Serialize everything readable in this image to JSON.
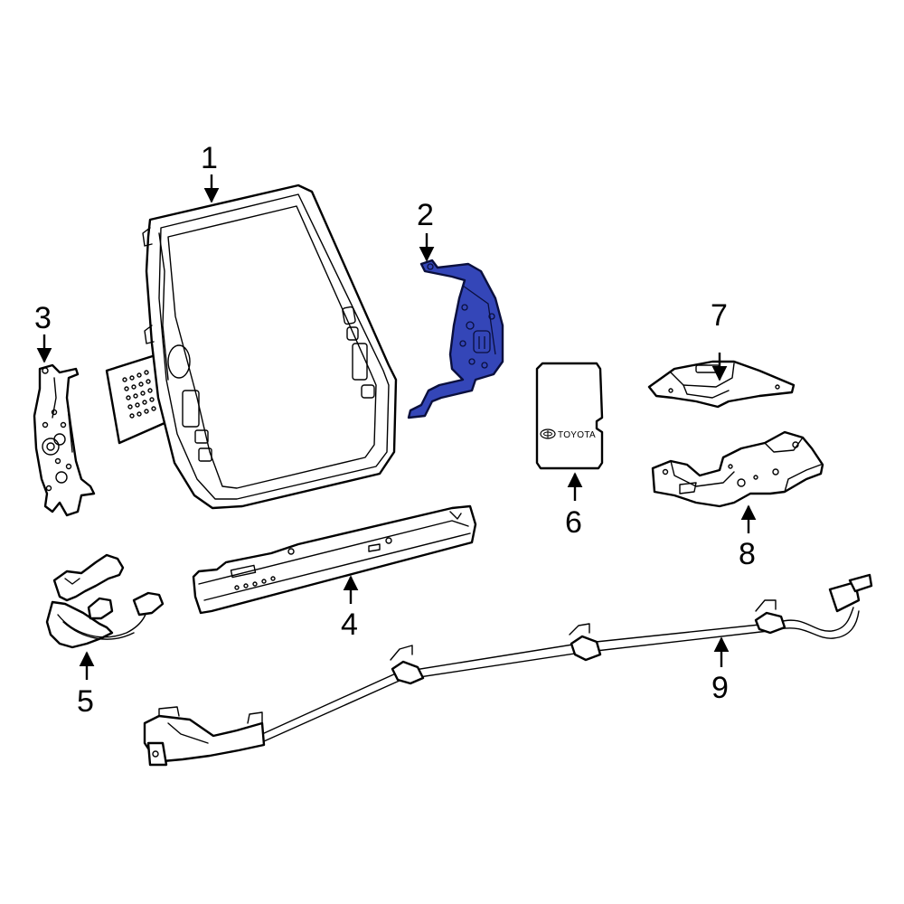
{
  "colors": {
    "highlight": "#3446b8",
    "line": "#000000",
    "background": "#ffffff"
  },
  "callouts": [
    {
      "id": "1",
      "label": "1",
      "part": "display-unit"
    },
    {
      "id": "2",
      "label": "2",
      "part": "mounting-bracket"
    },
    {
      "id": "3",
      "label": "3",
      "part": "side-bracket"
    },
    {
      "id": "4",
      "label": "4",
      "part": "control-panel"
    },
    {
      "id": "5",
      "label": "5",
      "part": "sub-harness"
    },
    {
      "id": "6",
      "label": "6",
      "part": "map-sd-card"
    },
    {
      "id": "7",
      "label": "7",
      "part": "top-bracket"
    },
    {
      "id": "8",
      "label": "8",
      "part": "lower-bracket"
    },
    {
      "id": "9",
      "label": "9",
      "part": "wire-harness"
    }
  ],
  "sd_card": {
    "brand": "TOYOTA"
  }
}
